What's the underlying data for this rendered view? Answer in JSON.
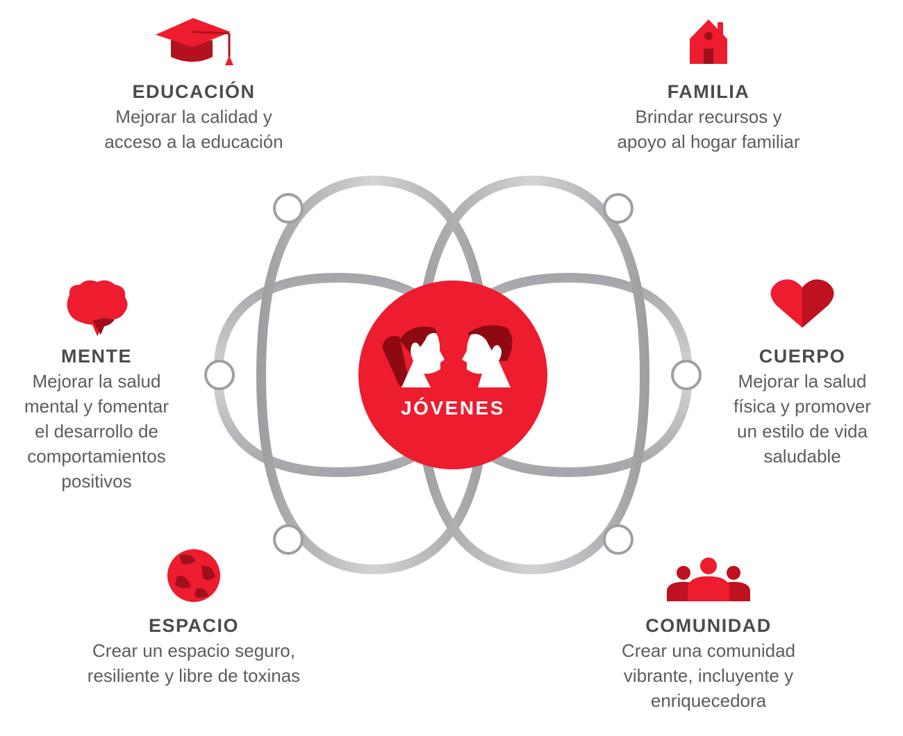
{
  "center": {
    "label": "JÓVENES",
    "icon": "two-faces-icon"
  },
  "colors": {
    "red": "#ed1c2e",
    "dark_red": "#a0101c",
    "ring_gray": "#a7a9ac",
    "text": "#5b5c5e"
  },
  "pillars": {
    "educacion": {
      "title": "EDUCACIÓN",
      "lines": [
        "Mejorar la calidad y",
        "acceso a la educación"
      ],
      "icon": "graduation-cap-icon"
    },
    "familia": {
      "title": "FAMILIA",
      "lines": [
        "Brindar recursos y",
        "apoyo al hogar familiar"
      ],
      "icon": "house-icon"
    },
    "mente": {
      "title": "MENTE",
      "lines": [
        "Mejorar la salud",
        "mental y fomentar",
        "el desarrollo de",
        "comportamientos",
        "positivos"
      ],
      "icon": "brain-icon"
    },
    "cuerpo": {
      "title": "CUERPO",
      "lines": [
        "Mejorar la salud",
        "física y promover",
        "un estilo de vida",
        "saludable"
      ],
      "icon": "heart-icon"
    },
    "espacio": {
      "title": "ESPACIO",
      "lines": [
        "Crear un espacio seguro,",
        "resiliente y libre de toxinas"
      ],
      "icon": "globe-icon"
    },
    "comunidad": {
      "title": "COMUNIDAD",
      "lines": [
        "Crear una comunidad",
        "vibrante, incluyente y",
        "enriquecedora"
      ],
      "icon": "people-icon"
    }
  }
}
